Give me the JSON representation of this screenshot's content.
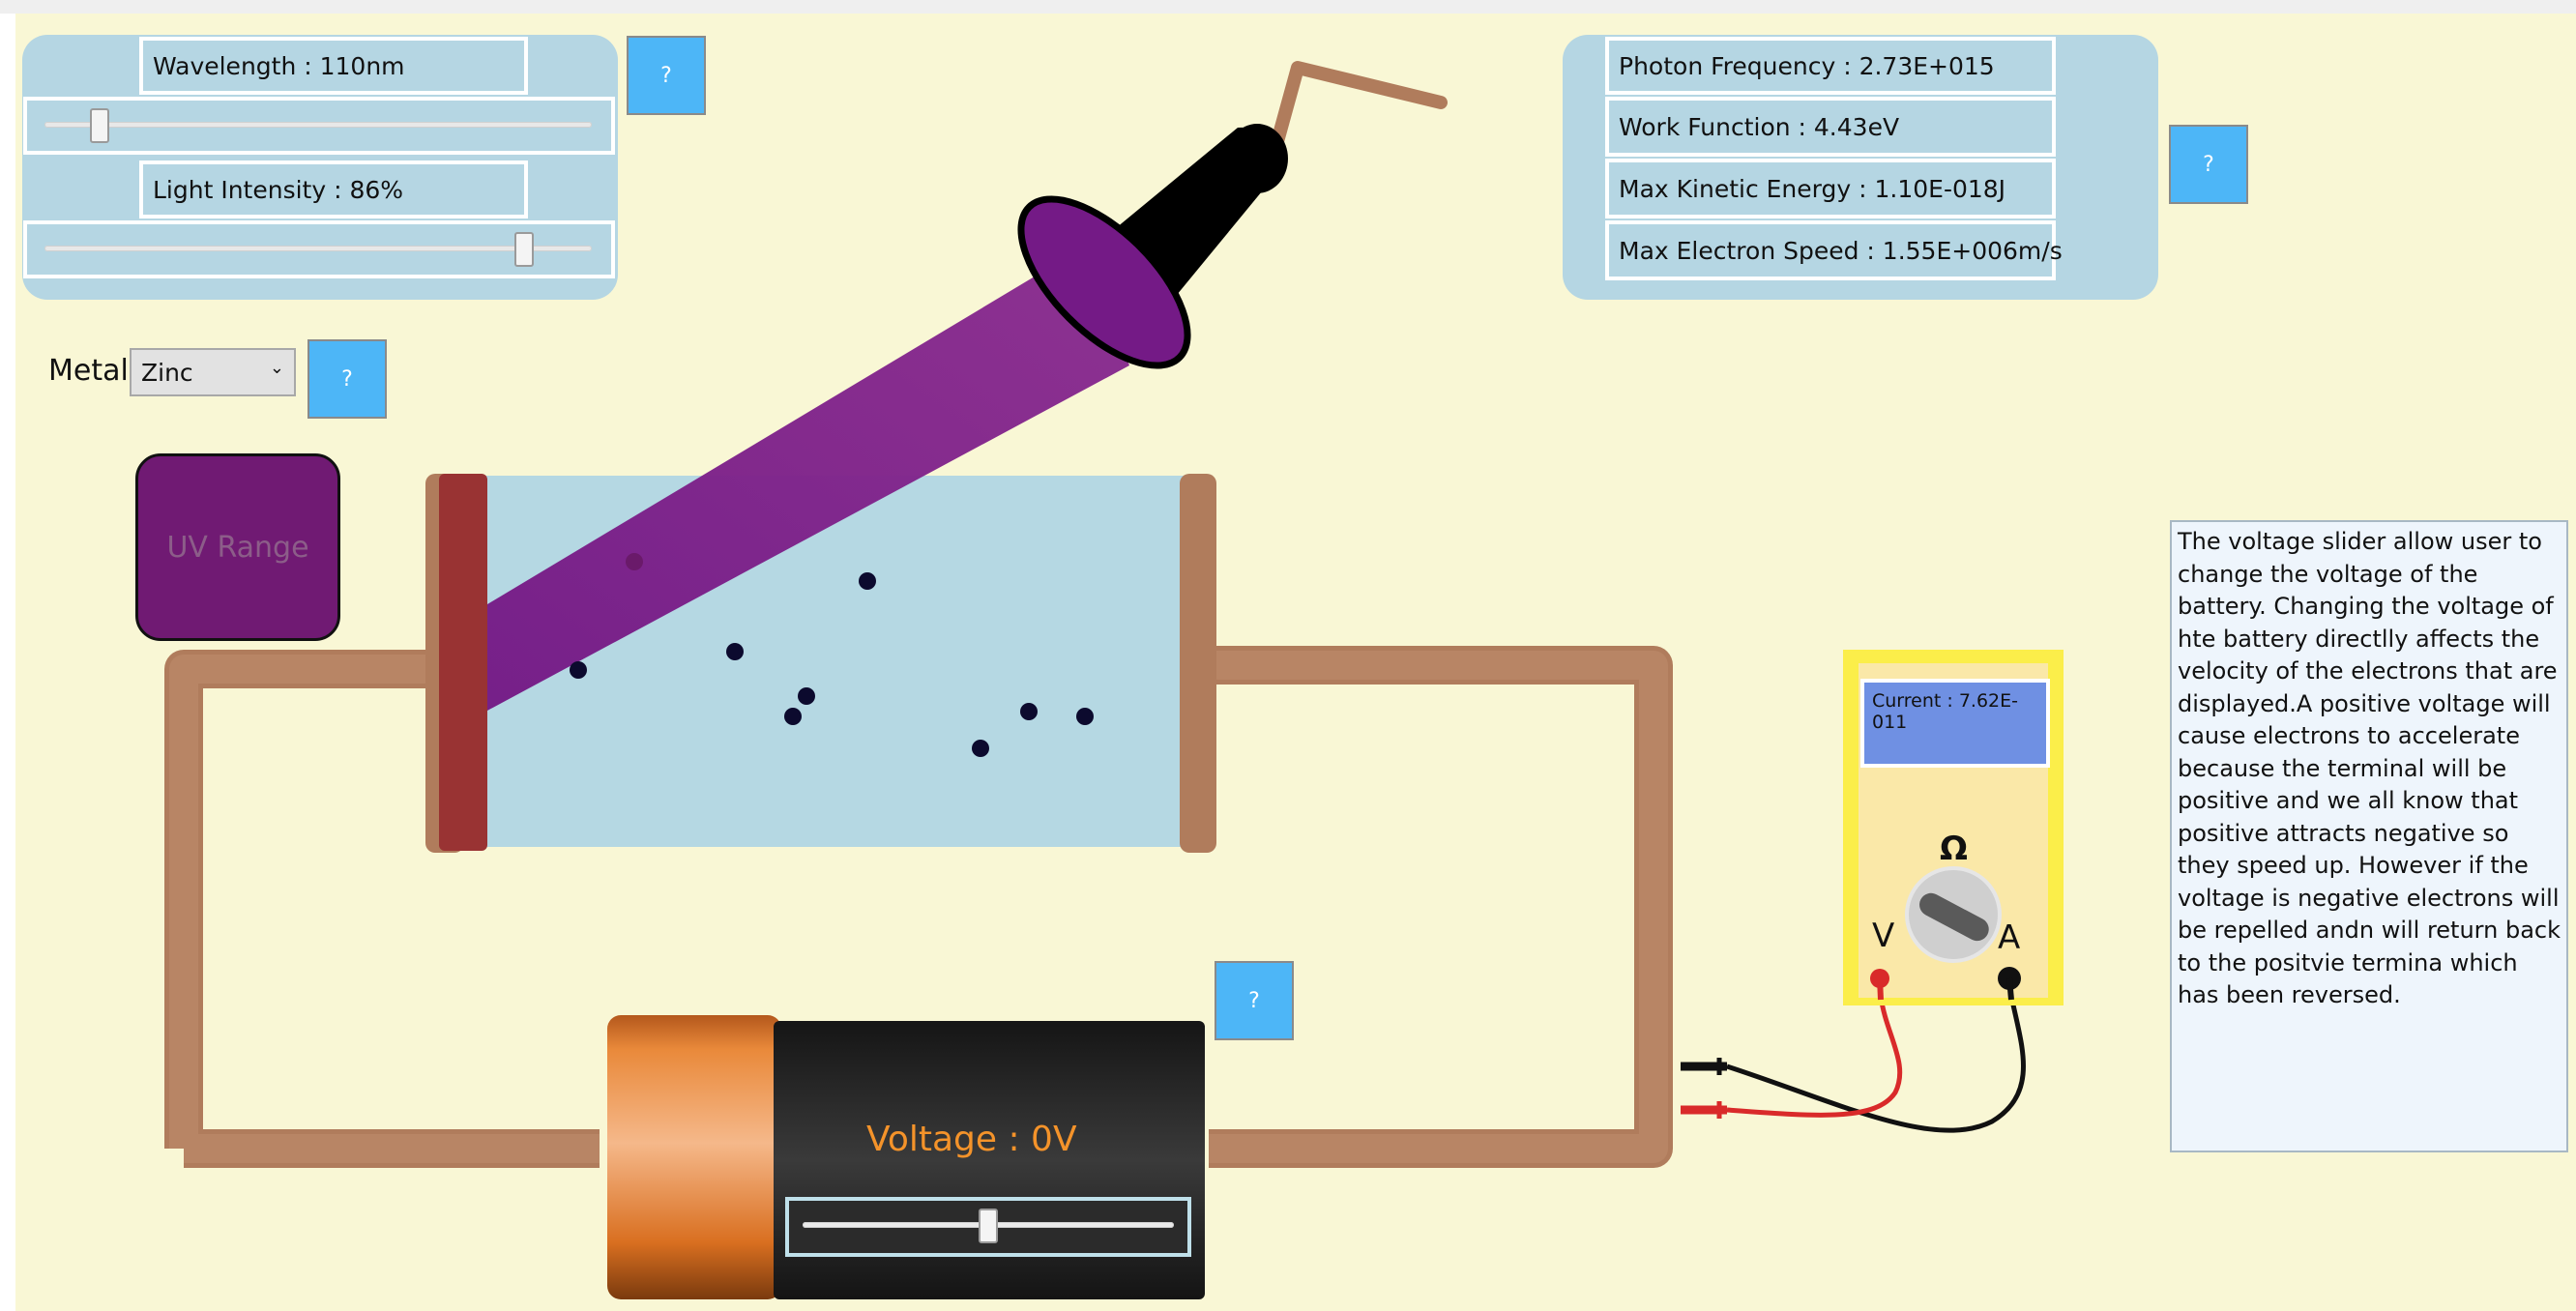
{
  "light_panel": {
    "wavelength_label": "Wavelength : 110nm",
    "wavelength_slider_value": 0.12,
    "intensity_label": "Light Intensity : 86%",
    "intensity_slider_value": 0.86,
    "help_label": "?"
  },
  "metal": {
    "label": "Metal:",
    "selected": "Zinc",
    "help_label": "?"
  },
  "uv_indicator": {
    "label": "UV Range"
  },
  "readouts": {
    "photon_frequency": "Photon Frequency : 2.73E+015",
    "work_function": "Work Function : 4.43eV",
    "max_kinetic_energy": "Max Kinetic Energy : 1.10E-018J",
    "max_electron_speed": "Max Electron Speed : 1.55E+006m/s",
    "help_label": "?"
  },
  "battery": {
    "voltage_label": "Voltage : 0V",
    "voltage_slider_value": 0.5,
    "help_label": "?"
  },
  "ammeter": {
    "current_label": "Current : 7.62E-011",
    "ohm_symbol": "Ω",
    "v_label": "V",
    "a_label": "A"
  },
  "info_text": "The voltage slider allow user to change the voltage of the battery. Changing the voltage of hte battery directlly affects the velocity of the electrons that are displayed.A positive voltage will cause electrons to accelerate because the terminal will be positive and we all know that positive attracts negative so they speed up. However if the voltage is negative electrons will be repelled andn will return back to the positvie termina which has been reversed.",
  "colors": {
    "background": "#f9f7d5",
    "panel": "#b5d6e3",
    "help_button": "#4db6f7",
    "light_beam": "#7a1a85",
    "wire": "#b07c5c",
    "plate": "#993333",
    "tube": "#b5d8e3",
    "battery_copper": "#e88a3c",
    "battery_body": "#2b2b2b",
    "meter_body": "#fae8a8",
    "meter_frame": "#fbee4a"
  }
}
